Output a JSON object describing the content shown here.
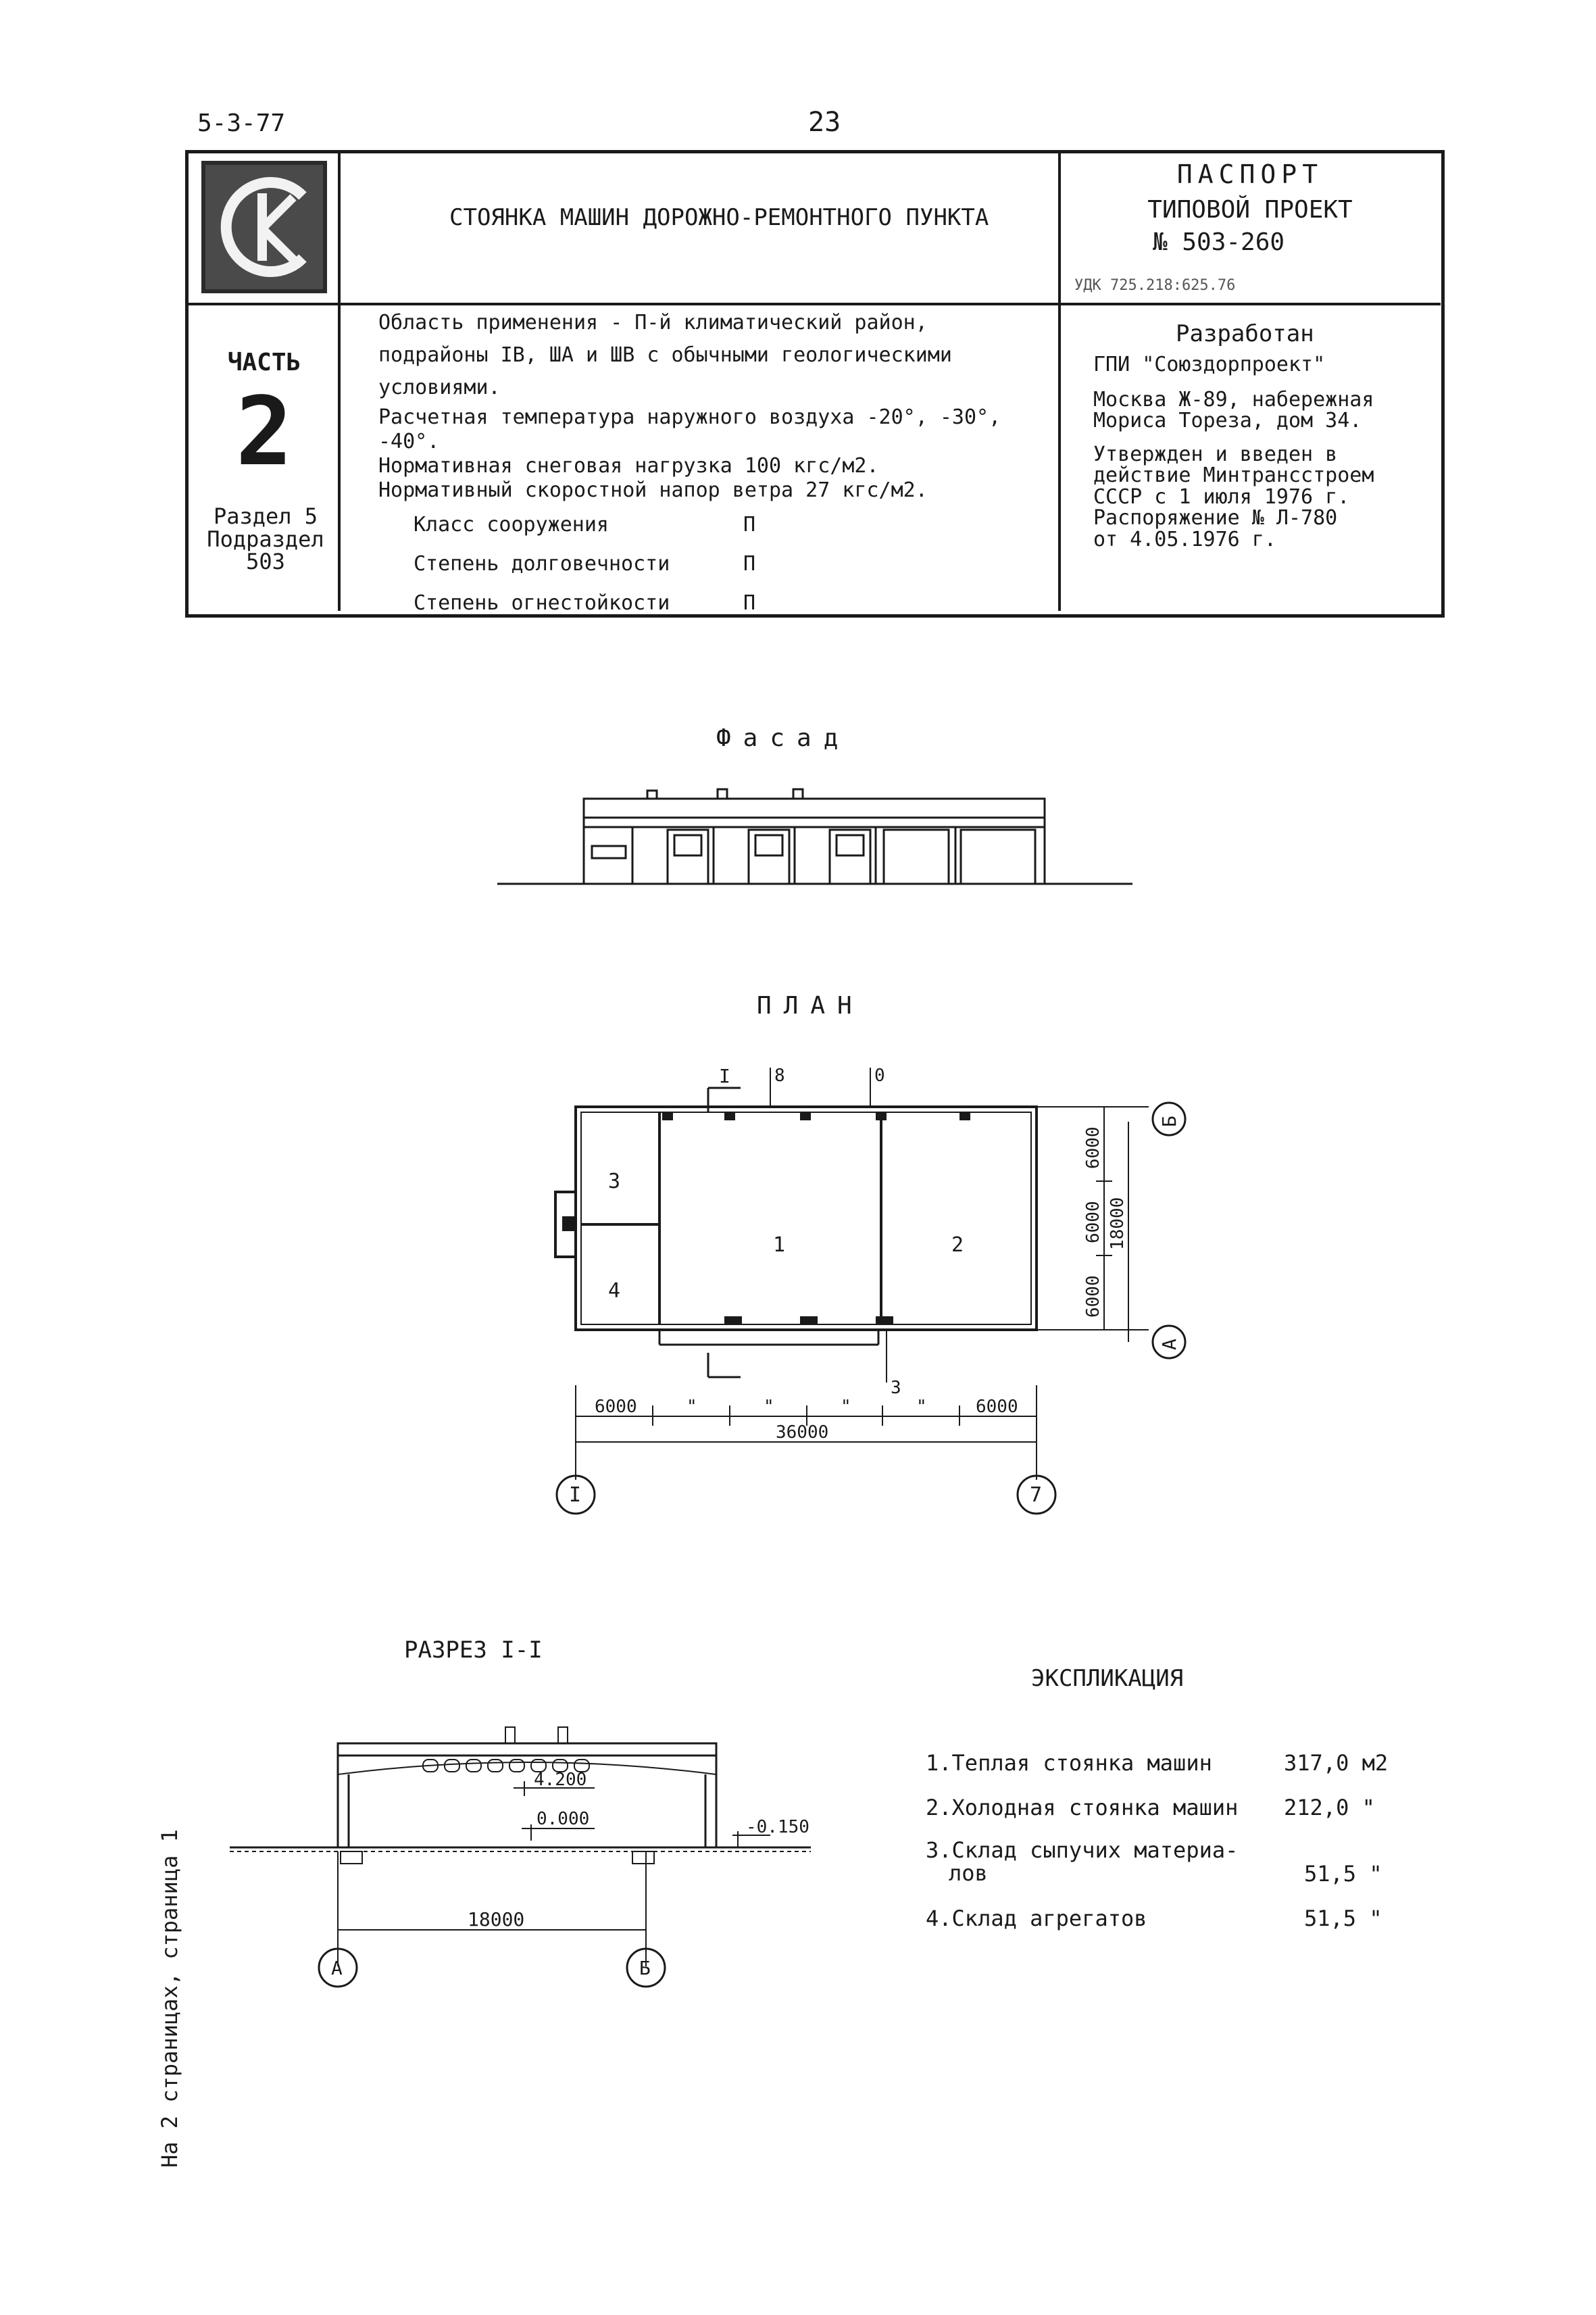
{
  "header": {
    "code": "5-3-77",
    "page_number": "23"
  },
  "title_block": {
    "logo_letters": "СК",
    "title": "СТОЯНКА МАШИН ДОРОЖНО-РЕМОНТНОГО ПУНКТА",
    "passport": "ПАСПОРТ",
    "project_type": "ТИПОВОЙ ПРОЕКТ",
    "project_number": "№ 503-260",
    "udk": "УДК 725.218:625.76",
    "part_label": "ЧАСТЬ",
    "part_number": "2",
    "section_line1": "Раздел 5",
    "section_line2": "Подраздел",
    "section_line3": "503",
    "description_lines": [
      "Область применения - П-й климатический район,",
      "подрайоны IВ, ШA и ШВ с обычными геологическими",
      "условиями.",
      "Расчетная температура наружного воздуха -20°, -30°,",
      "-40°.",
      "Нормативная снеговая нагрузка 100 кгс/м2.",
      "Нормативный скоростной напор ветра 27 кгс/м2."
    ],
    "class_rows": [
      {
        "label": "Класс сооружения",
        "value": "П"
      },
      {
        "label": "Степень долговечности",
        "value": "П"
      },
      {
        "label": "Степень огнестойкости",
        "value": "П"
      }
    ],
    "developer_label": "Разработан",
    "developer_lines": [
      "ГПИ \"Союздорпроект\"",
      "Москва Ж-89, набережная",
      "Мориса Тореза, дом 34.",
      "Утвержден и введен в",
      "действие Минтрансстроем",
      "СССР с 1 июля 1976 г.",
      "Распоряжение № Л-780",
      "от 4.05.1976 г."
    ]
  },
  "facade": {
    "title": "Фасад"
  },
  "plan": {
    "title": "ПЛАН",
    "rooms": [
      "1",
      "2",
      "3",
      "4"
    ],
    "section_mark": "I",
    "callouts": [
      "8",
      "0",
      "3"
    ],
    "dims_bottom": [
      "6000",
      "\"",
      "\"",
      "\"",
      "\"",
      "6000"
    ],
    "dim_total": "36000",
    "dims_side": [
      "6000",
      "6000",
      "6000"
    ],
    "dim_side_total": "18000",
    "axes_horizontal": [
      "I",
      "7"
    ],
    "axes_vertical": [
      "Б",
      "А"
    ]
  },
  "section": {
    "title": "РАЗРЕЗ I-I",
    "level_top": "4.200",
    "level_zero": "0.000",
    "level_ground": "-0.150",
    "dim_span": "18000",
    "axes": [
      "А",
      "Б"
    ]
  },
  "explication": {
    "title": "ЭКСПЛИКАЦИЯ",
    "items": [
      {
        "name": "1.Теплая стоянка машин",
        "value": "317,0 м2"
      },
      {
        "name": "2.Холодная стоянка машин",
        "value": "212,0 \""
      },
      {
        "name": "3.Склад сыпучих материа-",
        "name2": "лов",
        "value": "51,5 \""
      },
      {
        "name": "4.Склад агрегатов",
        "value": "51,5 \""
      }
    ]
  },
  "side_note": "На 2 страницах, страница 1"
}
